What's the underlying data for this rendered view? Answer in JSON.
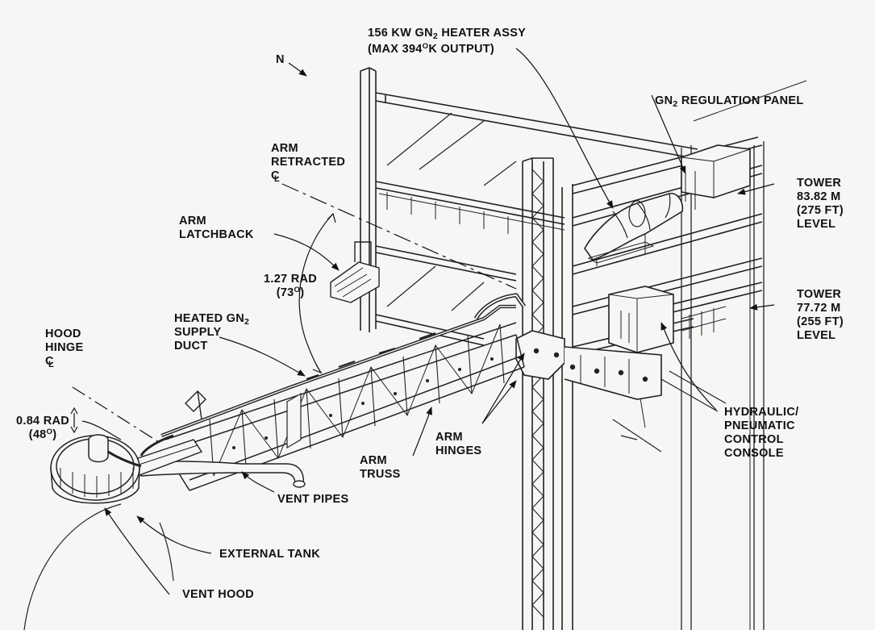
{
  "labels": {
    "north": "N",
    "heater_line1_a": "156 KW GN",
    "heater_line1_sub": "2",
    "heater_line1_b": " HEATER ASSY",
    "heater_line2_a": "(MAX 394",
    "heater_line2_sup": "O",
    "heater_line2_b": "K OUTPUT)",
    "regulation_a": "GN",
    "regulation_sub": "2",
    "regulation_b": " REGULATION PANEL",
    "arm_retracted_1": "ARM",
    "arm_retracted_2": "RETRACTED",
    "arm_retracted_cl": "C",
    "arm_latchback_1": "ARM",
    "arm_latchback_2": "LATCHBACK",
    "rad_127": "1.27 RAD",
    "deg_73": "(73",
    "deg_73_sup": "O",
    "deg_73_end": ")",
    "tower_upper_1": "TOWER",
    "tower_upper_2": "83.82 M",
    "tower_upper_3": "(275 FT)",
    "tower_upper_4": "LEVEL",
    "tower_lower_1": "TOWER",
    "tower_lower_2": "77.72 M",
    "tower_lower_3": "(255 FT)",
    "tower_lower_4": "LEVEL",
    "duct_1": "HEATED GN",
    "duct_1_sub": "2",
    "duct_2": "SUPPLY",
    "duct_3": "DUCT",
    "hood_hinge_1": "HOOD",
    "hood_hinge_2": "HINGE",
    "hood_hinge_cl": "C",
    "rad_084": "0.84 RAD",
    "deg_48": "(48",
    "deg_48_sup": "O",
    "deg_48_end": ")",
    "console_1": "HYDRAULIC/",
    "console_2": "PNEUMATIC",
    "console_3": "CONTROL",
    "console_4": "CONSOLE",
    "arm_hinges_1": "ARM",
    "arm_hinges_2": "HINGES",
    "arm_truss_1": "ARM",
    "arm_truss_2": "TRUSS",
    "vent_pipes": "VENT PIPES",
    "external_tank": "EXTERNAL TANK",
    "vent_hood": "VENT HOOD"
  },
  "colors": {
    "ink": "#111111",
    "paper": "#f6f6f4",
    "steel": "#2a2a2a"
  }
}
